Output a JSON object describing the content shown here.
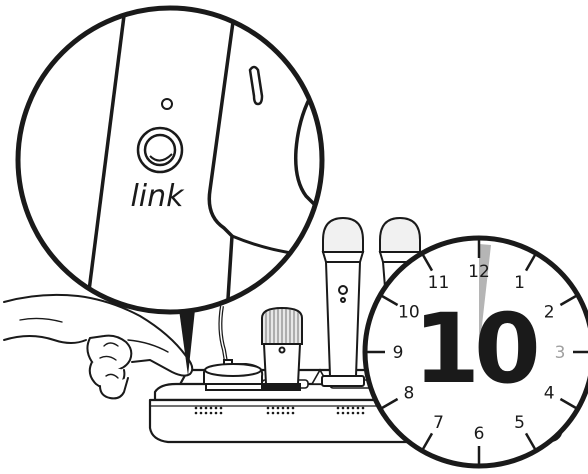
{
  "zoom_callout": {
    "button_label": "link"
  },
  "timer": {
    "big_number": "10",
    "dial_numbers": [
      "12",
      "1",
      "2",
      "3",
      "4",
      "5",
      "6",
      "7",
      "8",
      "9",
      "10",
      "11"
    ],
    "highlighted_number": "3",
    "colors": {
      "ink": "#1a1a1a",
      "highlight": "#a0a0a0",
      "wedge": "#b5b5b5"
    }
  }
}
